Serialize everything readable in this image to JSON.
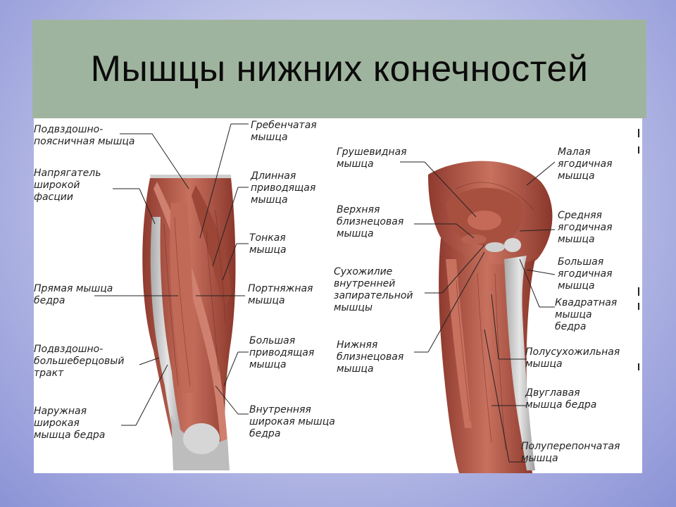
{
  "title": "Мышцы нижних конечностей",
  "front_view": {
    "labels": [
      "Подвздошно-\nпоясничная мышца",
      "Напрягатель\nширокой\nфасции",
      "Прямая мышца\nбедра",
      "Подвздошно-\nбольшеберцовый\nтракт",
      "Наружная\nширокая\nмышца бедра",
      "Гребенчатая\nмышца",
      "Длинная\nприводящая\nмышца",
      "Тонкая\nмышца",
      "Портняжная\nмышца",
      "Большая\nприводящая\nмышца",
      "Внутренняя\nширокая мышца\nбедра"
    ]
  },
  "back_view": {
    "labels": [
      "Грушевидная\nмышца",
      "Верхняя\nблизнецовая\nмышца",
      "Сухожилие\nвнутренней\nзапирательной\nмышцы",
      "Нижняя\nблизнецовая\nмышца",
      "Малая\nягодичная\nмышца",
      "Средняя\nягодичная\nмышца",
      "Большая\nягодичная\nмышца",
      "Квадратная\nмышца\nбедра",
      "Полусухожильная\nмышца",
      "Двуглавая\nмышца бедра",
      "Полуперепончатая\nмышца"
    ]
  },
  "colors": {
    "title_band": "#9fb49e",
    "muscle": "#b0574a",
    "muscle_dark": "#7a3328",
    "tendon": "#c9c9c9"
  }
}
